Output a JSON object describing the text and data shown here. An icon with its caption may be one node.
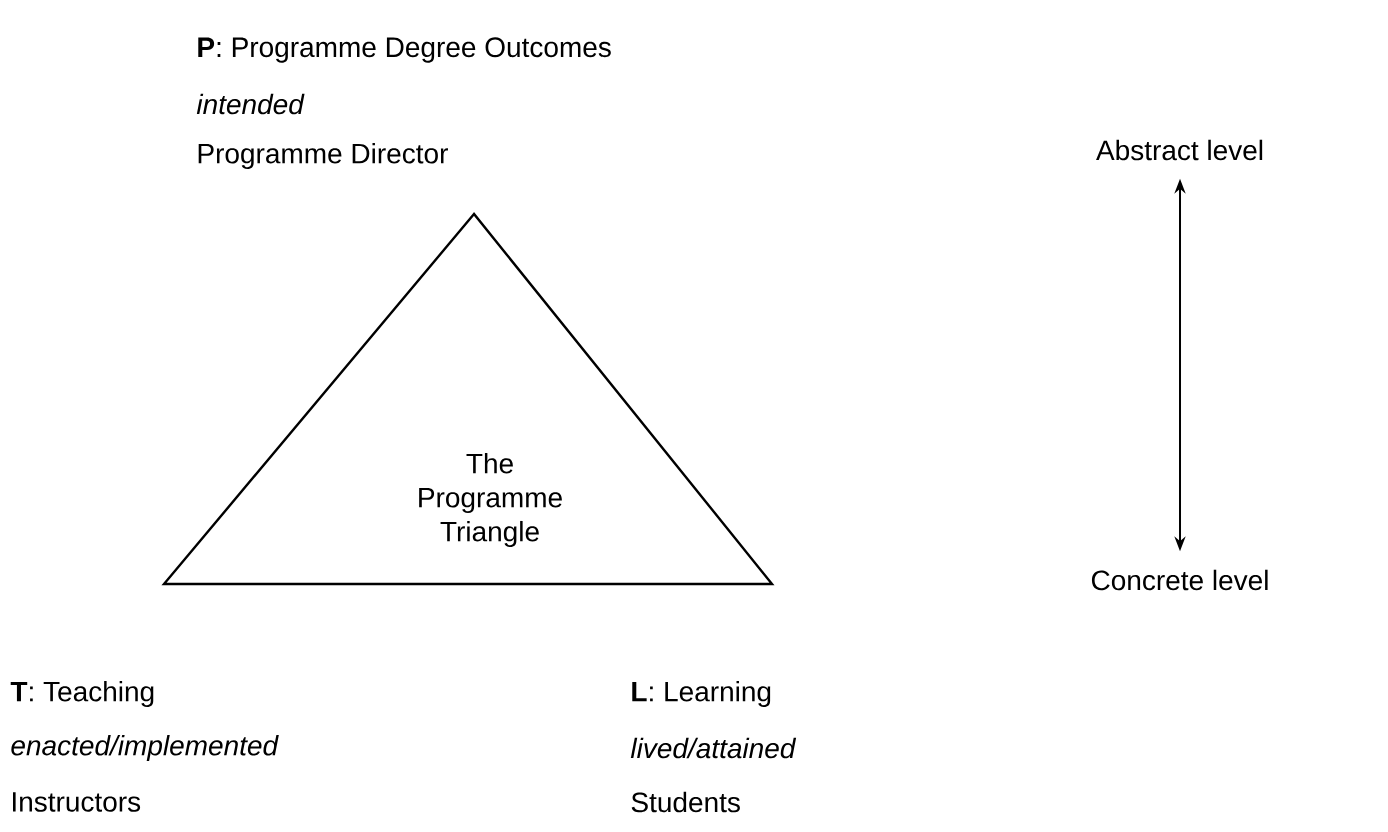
{
  "diagram": {
    "nodes": [
      {
        "text": [
          "The Programme Triangle"
        ]
      },
      {
        "text": [
          "Abstract level"
        ]
      },
      {
        "text": [
          "Concrete level"
        ]
      }
    ],
    "edges": [
      {
        "from": 1,
        "to": 2,
        "arrow": "both"
      }
    ],
    "labels": [
      "**P**: Programme Degree Outcomes",
      "intended",
      "Programme Director",
      "**T**: Teaching",
      "enacted/implemented",
      "Instructors",
      "**L**: Learning",
      "lived/attained",
      "Students"
    ]
  }
}
